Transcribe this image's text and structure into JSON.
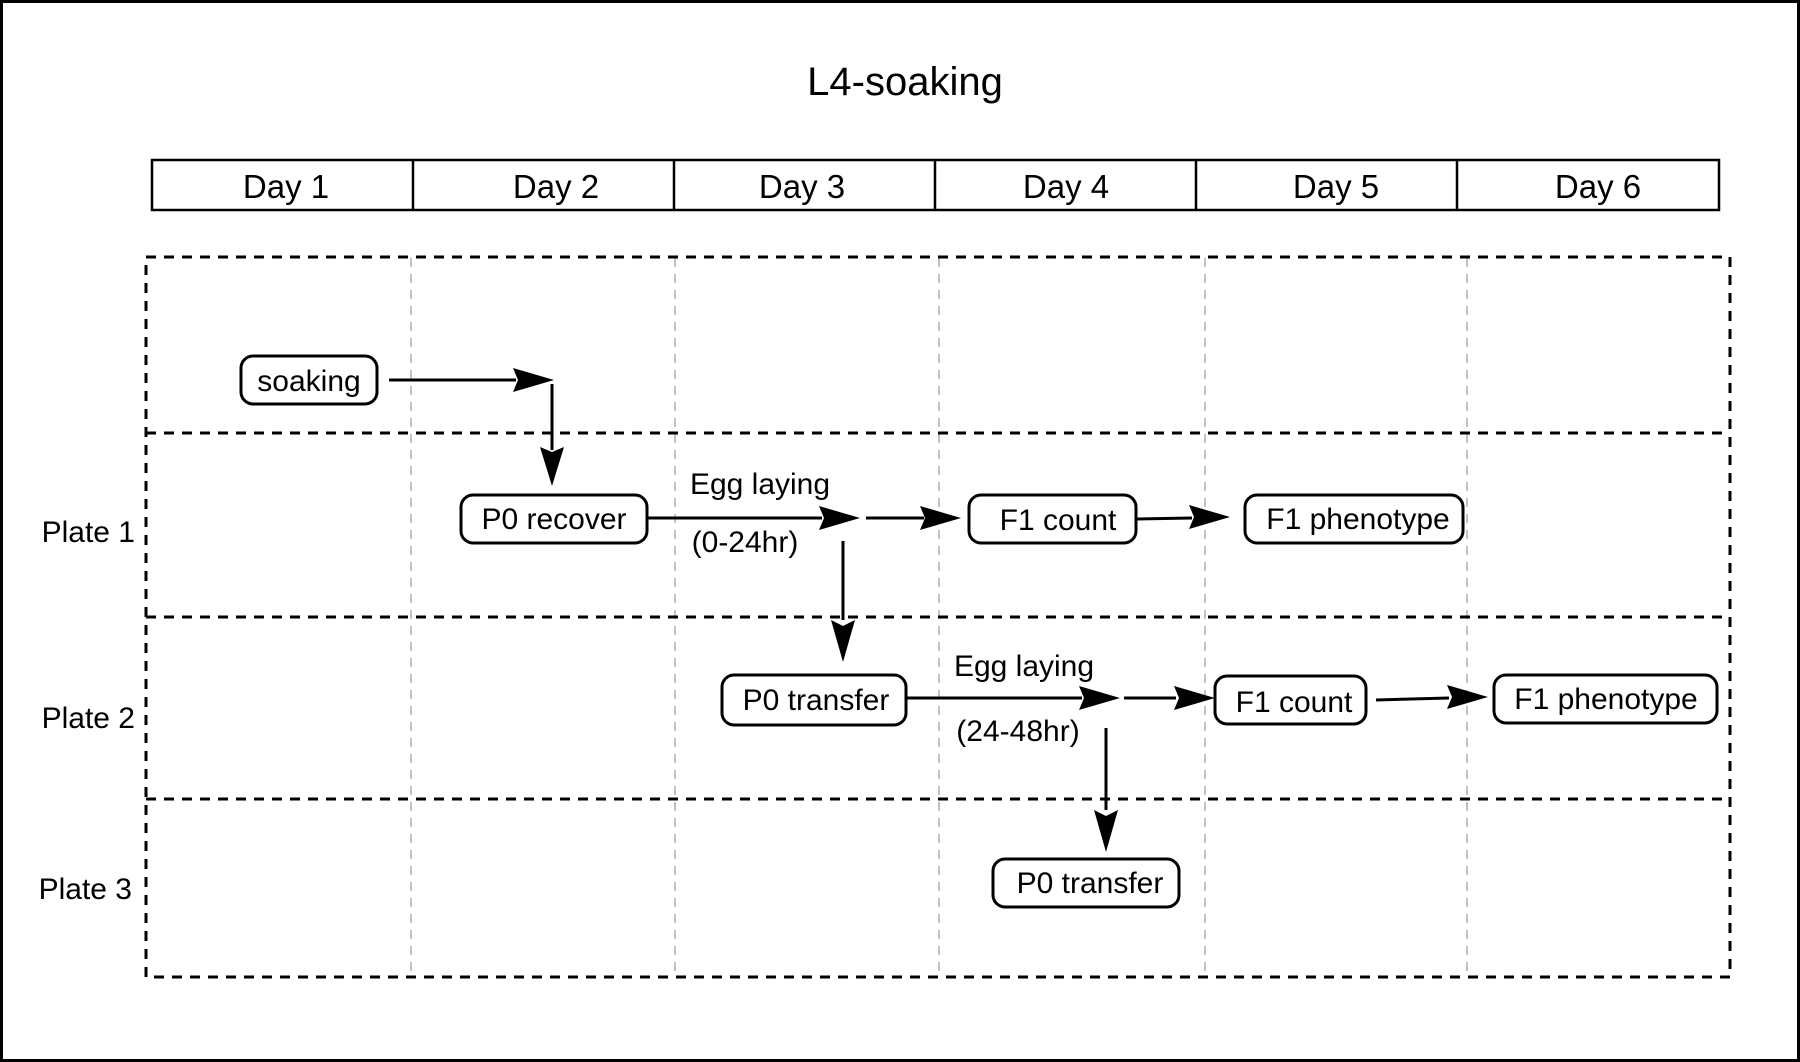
{
  "title": "L4-soaking",
  "days": [
    "Day 1",
    "Day 2",
    "Day 3",
    "Day 4",
    "Day 5",
    "Day 6"
  ],
  "plates": [
    "Plate 1",
    "Plate 2",
    "Plate 3"
  ],
  "nodes": {
    "soaking": "soaking",
    "p0_recover": "P0 recover",
    "f1_count_plate1": "F1 count",
    "f1_phenotype_plate1": "F1 phenotype",
    "p0_transfer_plate2": "P0 transfer",
    "f1_count_plate2": "F1 count",
    "f1_phenotype_plate2": "F1 phenotype",
    "p0_transfer_plate3": "P0 transfer"
  },
  "labels": {
    "egg_laying_1": "Egg laying",
    "time_1": "(0-24hr)",
    "egg_laying_2": "Egg laying",
    "time_2": "(24-48hr)"
  }
}
